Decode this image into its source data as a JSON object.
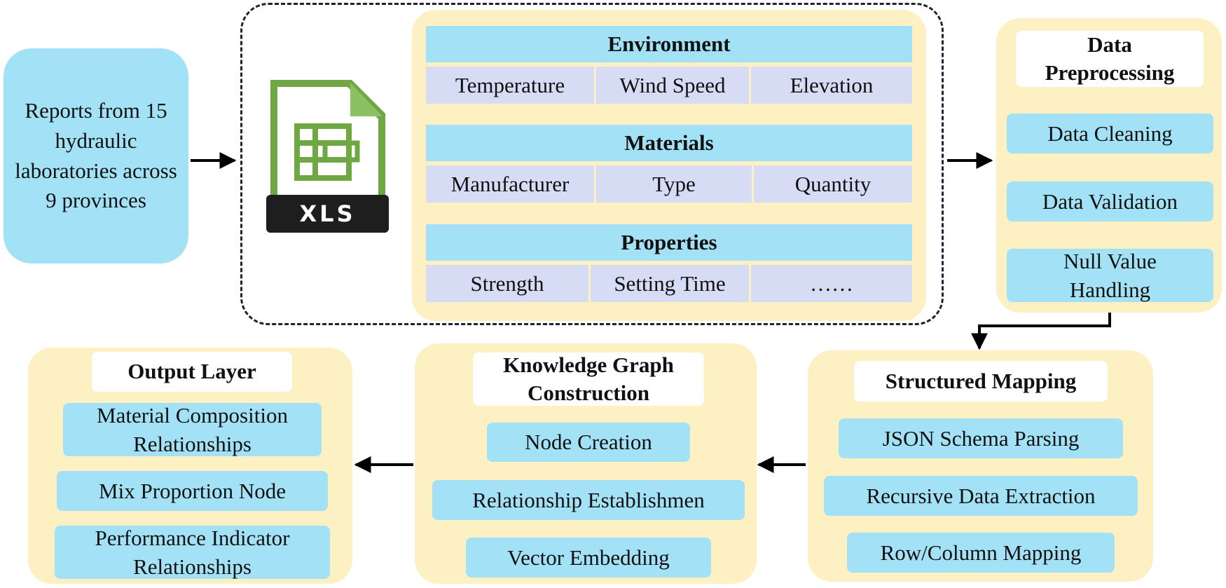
{
  "source_box": {
    "text": "Reports from 15 hydraulic laboratories across 9 provinces"
  },
  "xls_icon": {
    "label": "XLS"
  },
  "fields": [
    {
      "header": "Environment",
      "cells": [
        "Temperature",
        "Wind Speed",
        "Elevation"
      ]
    },
    {
      "header": "Materials",
      "cells": [
        "Manufacturer",
        "Type",
        "Quantity"
      ]
    },
    {
      "header": "Properties",
      "cells": [
        "Strength",
        "Setting Time",
        "……"
      ]
    }
  ],
  "preprocessing": {
    "title": "Data Preprocessing",
    "items": [
      "Data Cleaning",
      "Data Validation",
      "Null Value Handling"
    ]
  },
  "mapping": {
    "title": "Structured Mapping",
    "items": [
      "JSON Schema Parsing",
      "Recursive Data Extraction",
      "Row/Column Mapping"
    ]
  },
  "kg": {
    "title": "Knowledge Graph Construction",
    "items": [
      "Node Creation",
      "Relationship Establishmen",
      "Vector Embedding"
    ]
  },
  "output": {
    "title": "Output Layer",
    "items": [
      "Material Composition Relationships",
      "Mix Proportion Node",
      "Performance Indicator Relationships"
    ]
  },
  "colors": {
    "box_blue": "#a3e2f6",
    "panel_yellow": "#fdf0c3",
    "cell_lavender": "#d6dcf3",
    "xls_green": "#6ea744",
    "arrow": "#000000"
  }
}
